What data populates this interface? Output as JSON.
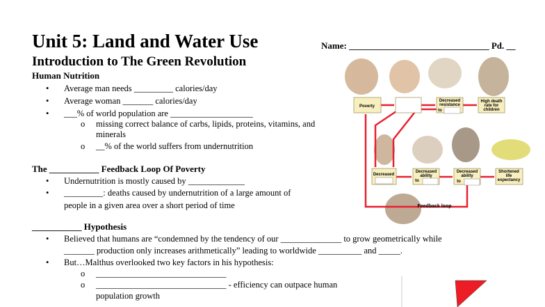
{
  "header": {
    "title": "Unit 5: Land and Water Use",
    "subtitle": "Introduction to The Green Revolution",
    "name_field": "Name: _______________________________ Pd. __"
  },
  "nutrition": {
    "heading": "Human Nutrition",
    "bullets": [
      "Average man needs _________ calories/day",
      "Average woman _______ calories/day",
      "___% of world population are ___________________"
    ],
    "sub": [
      "missing correct balance of carbs, lipids, proteins, vitamins, and",
      "minerals",
      "__% of the world suffers from undernutrition"
    ]
  },
  "feedback": {
    "heading": "The ___________ Feedback Loop Of Poverty",
    "bullets": [
      "Undernutrition is mostly caused by _____________",
      "_________: deaths caused by undernutrition of a large amount of",
      "people in a given area over a short period of time"
    ]
  },
  "hypothesis": {
    "heading": "___________ Hypothesis",
    "bullets": [
      "Believed that humans are “condemned by the tendency of our ______________ to grow geometrically while",
      "_______ production only increases arithmetically” leading to worldwide __________ and _____.",
      "But…Malthus overlooked two key factors in his hypothesis:"
    ],
    "sub": [
      "______________________________",
      "______________________________ - efficiency can outpace human",
      "population growth"
    ]
  },
  "diagram": {
    "boxes": {
      "poverty": "Poverty",
      "resistance_1": "Decreased",
      "resistance_2": "resistance",
      "resistance_3": "to",
      "death_1": "High death",
      "death_2": "rate for",
      "death_3": "children",
      "decreased": "Decreased",
      "ability1_1": "Decreased",
      "ability1_2": "ability",
      "ability1_3": "to",
      "ability2_1": "Decreased",
      "ability2_2": "ability",
      "ability2_3": "to",
      "life_1": "Shortened",
      "life_2": "life",
      "life_3": "expectancy"
    },
    "loop_label": "Feedback loop",
    "arrow_color": "#e8202f",
    "box_color": "#f7efc0"
  }
}
